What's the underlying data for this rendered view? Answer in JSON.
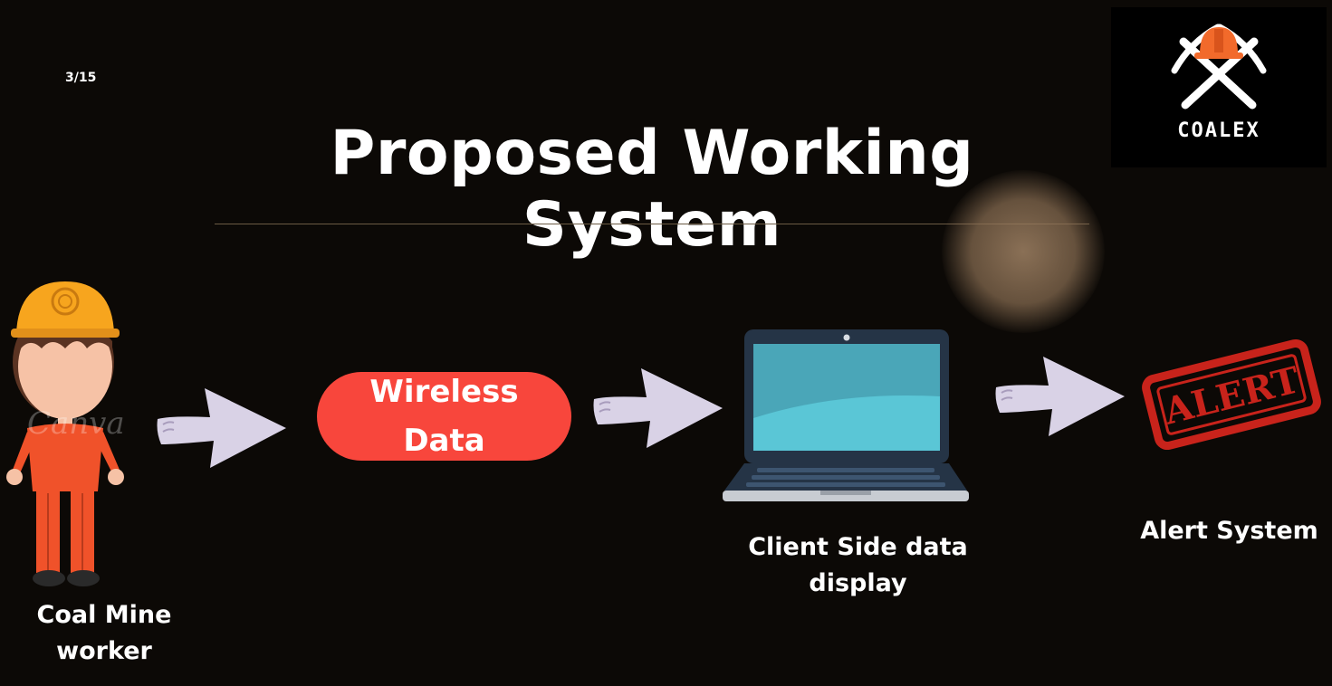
{
  "slide": {
    "page_number": "3/15",
    "title": "Proposed Working System"
  },
  "logo": {
    "text": "COALEX",
    "helmet_color": "#f26a2b"
  },
  "flow": {
    "worker_label": "Coal Mine\nworker",
    "wireless_label": "Wireless\nData",
    "client_label": "Client Side data\ndisplay",
    "alert_label": "Alert System",
    "alert_stamp_text": "ALERT",
    "watermark_text": "Canva"
  },
  "colors": {
    "background": "#0c0906",
    "pill": "#f8463c",
    "arrow": "#d9d2e6",
    "laptop_screen": "#4aa6b8",
    "stamp_red": "#c8231b",
    "worker_orange": "#f0522a"
  }
}
